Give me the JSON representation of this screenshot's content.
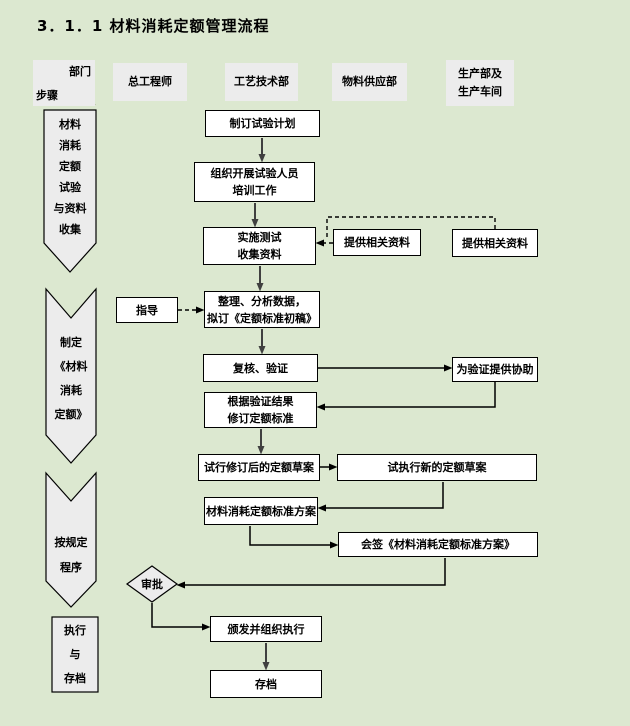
{
  "colors": {
    "page_bg": "#dce8d0",
    "header_cell_bg": "#ececec",
    "phase_shape_bg": "#ececec",
    "box_bg": "#ffffff",
    "border": "#000000",
    "flow_arrow": "#404040",
    "text": "#000000"
  },
  "title": "3．1．1  材料消耗定额管理流程",
  "header": {
    "corner_top": "部门",
    "corner_bottom": "步骤",
    "columns": [
      "总工程师",
      "工艺技术部",
      "物料供应部",
      "生产部及\n生产车间"
    ]
  },
  "phases": [
    {
      "label": "材料\n消耗\n定额\n试验\n与资料\n收集"
    },
    {
      "label": "制定\n《材料\n消耗\n定额》"
    },
    {
      "label": "按规定\n程序"
    },
    {
      "label": "执行\n与\n存档"
    }
  ],
  "nodes": {
    "plan": "制订试验计划",
    "training": "组织开展试验人员\n培训工作",
    "test": "实施测试\n收集资料",
    "provide_a": "提供相关资料",
    "provide_b": "提供相关资料",
    "guide": "指导",
    "analyze": "整理、分析数据，\n拟订《定额标准初稿》",
    "review": "复核、验证",
    "assist": "为验证提供协助",
    "revise": "根据验证结果\n修订定额标准",
    "trial": "试行修订后的定额草案",
    "trial_exec": "试执行新的定额草案",
    "plan_doc": "材料消耗定额标准方案",
    "countersign": "会签《材料消耗定额标准方案》",
    "approve": "审批",
    "issue": "颁发并组织执行",
    "archive": "存档"
  }
}
